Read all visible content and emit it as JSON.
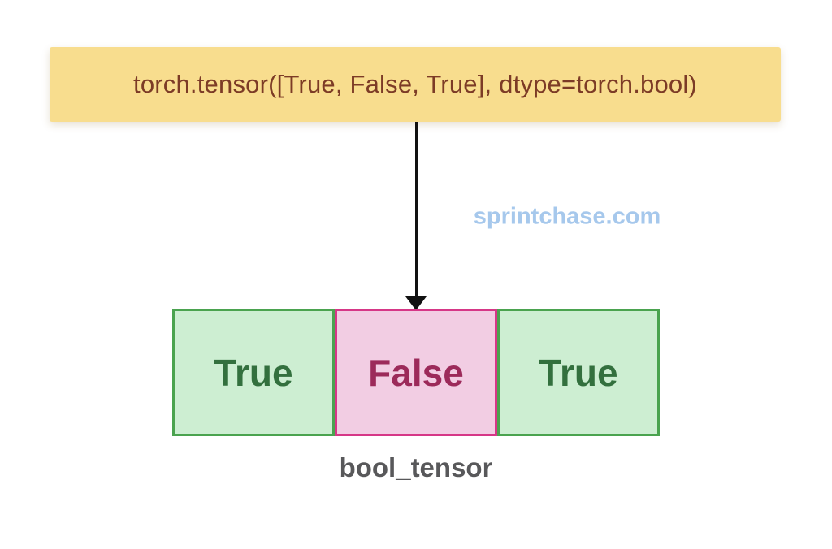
{
  "banner": {
    "code": "torch.tensor([True, False, True], dtype=torch.bool)"
  },
  "watermark": {
    "text": "sprintchase.com"
  },
  "tensor": {
    "label": "bool_tensor",
    "cells": [
      {
        "value": "True",
        "state": "true"
      },
      {
        "value": "False",
        "state": "false"
      },
      {
        "value": "True",
        "state": "true"
      }
    ]
  },
  "colors": {
    "background": "#ffffff",
    "banner_bg": "#f8dd8e",
    "banner_text": "#7c3b26",
    "arrow": "#111111",
    "watermark": "#a6c8ec",
    "true_fill": "#cdeed2",
    "true_border": "#4aa34f",
    "true_text": "#33703e",
    "false_fill": "#f2cde3",
    "false_border": "#d63787",
    "false_text": "#9c2a5a",
    "label_text": "#58585a"
  }
}
